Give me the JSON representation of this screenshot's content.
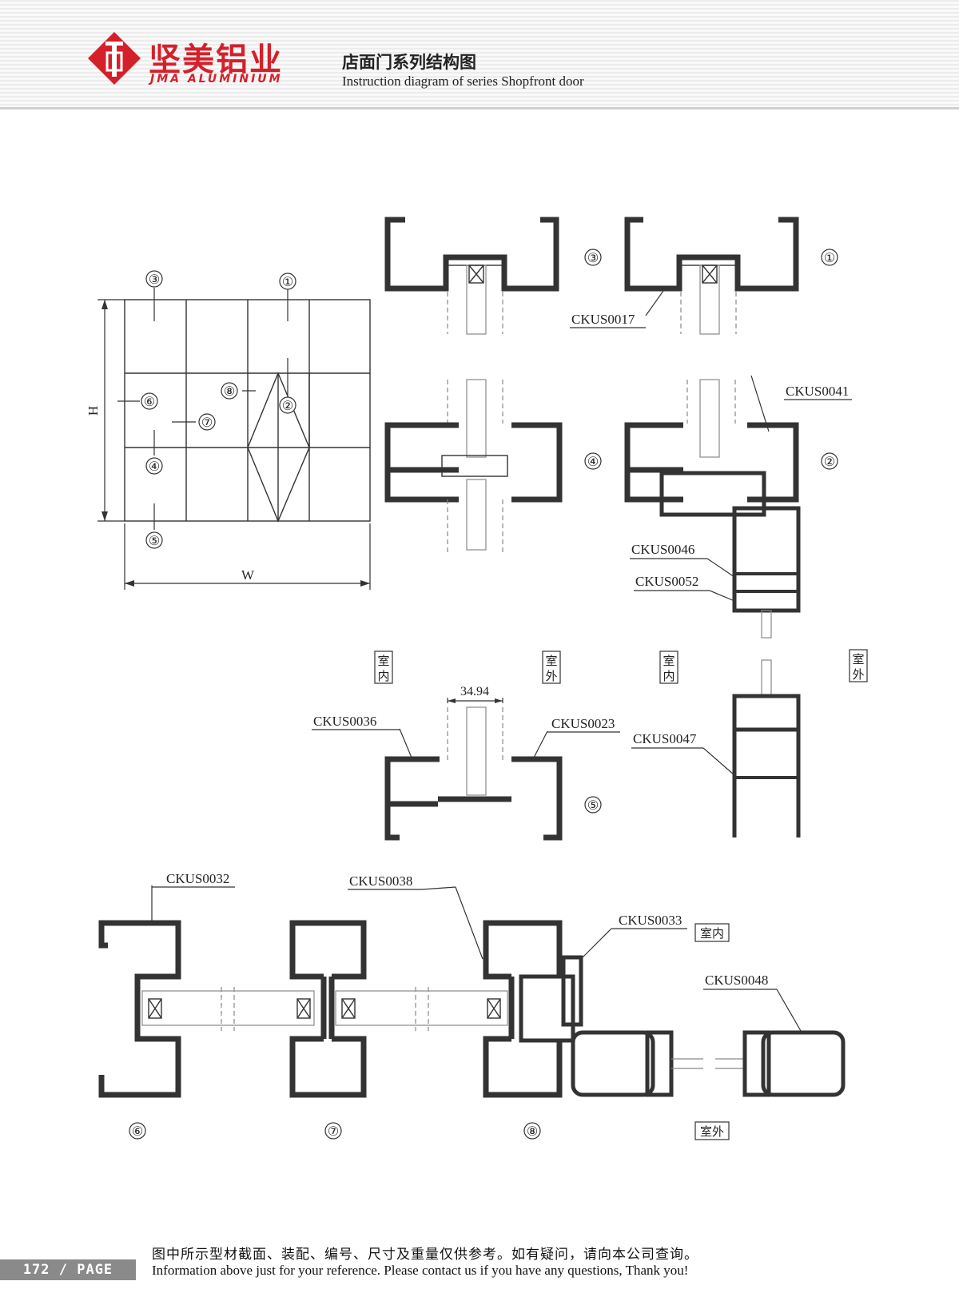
{
  "header": {
    "brand_cn": "坚美铝业",
    "brand_en": "JMA ALUMINIUM",
    "title_cn": "店面门系列结构图",
    "title_en": "Instruction diagram of series Shopfront door",
    "brand_color": "#d4202a"
  },
  "elevation": {
    "height_label": "H",
    "width_label": "W",
    "markers": [
      "①",
      "②",
      "③",
      "④",
      "⑤",
      "⑥",
      "⑦",
      "⑧"
    ]
  },
  "sections": {
    "markers": [
      "①",
      "②",
      "③",
      "④",
      "⑤",
      "⑥",
      "⑦",
      "⑧"
    ],
    "dimension": "34.94",
    "codes": {
      "ckus0017": "CKUS0017",
      "ckus0041": "CKUS0041",
      "ckus0046": "CKUS0046",
      "ckus0052": "CKUS0052",
      "ckus0036": "CKUS0036",
      "ckus0023": "CKUS0023",
      "ckus0047": "CKUS0047",
      "ckus0032": "CKUS0032",
      "ckus0038": "CKUS0038",
      "ckus0033": "CKUS0033",
      "ckus0048": "CKUS0048"
    },
    "side_indoor": [
      "室",
      "内"
    ],
    "side_outdoor": [
      "室",
      "外"
    ],
    "indoor": "室内",
    "outdoor": "室外"
  },
  "footer": {
    "note_cn": "图中所示型材截面、装配、编号、尺寸及重量仅供参考。如有疑问，请向本公司查询。",
    "note_en": "Information above just for your reference. Please contact us if you have any questions, Thank you!",
    "page": "172 / PAGE"
  }
}
